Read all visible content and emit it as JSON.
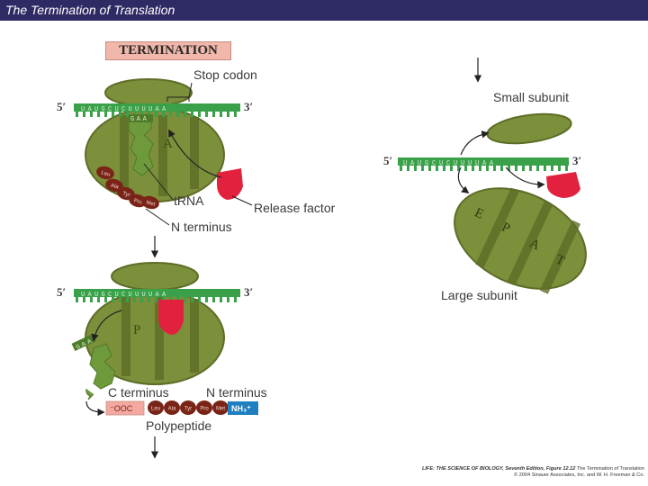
{
  "page_title": "The Termination of Translation",
  "stage_label": "TERMINATION",
  "labels": {
    "stop_codon": "Stop codon",
    "five_prime": "5′",
    "three_prime": "3′",
    "site_a": "A",
    "site_p": "P",
    "trna": "tRNA",
    "release_factor": "Release factor",
    "n_terminus": "N terminus",
    "c_terminus": "C terminus",
    "polypeptide": "Polypeptide",
    "cooh": "⁻OOC",
    "nh3": "NH₃⁺",
    "small_subunit": "Small subunit",
    "large_subunit": "Large subunit",
    "site_e_large": "E",
    "site_p_large": "P",
    "site_a_large": "A",
    "site_t_large": "T"
  },
  "mrna_top": "UAUGCUCUUUUAA",
  "codon_top_anticodon": "GAA",
  "mrna_middle": "UAUGCUCUUUUAA",
  "mrna_right": "UAUGCUCUUUUAA",
  "anticodon_middle": "GAA",
  "amino_acids_top": [
    "Leu",
    "Ala",
    "Tyr",
    "Pro",
    "Met"
  ],
  "amino_acids_bottom": [
    "Leu",
    "Ala",
    "Tyr",
    "Pro",
    "Met"
  ],
  "credit": {
    "book": "LIFE: THE SCIENCE OF BIOLOGY, Seventh Edition,",
    "figure": "Figure 12.12",
    "caption": "The Termination of Translation",
    "copyright": "© 2004 Sinauer Associates, Inc. and W. H. Freeman & Co."
  },
  "colors": {
    "title_bar": "#2e2a63",
    "ribosome": "#7c8f3a",
    "ribosome_dark": "#5d6d27",
    "mrna": "#3aa14a",
    "trna": "#6f9a3b",
    "release_factor": "#e2213f",
    "amino_acid": "#7a2418",
    "cooh_bg": "#f3a8a0",
    "nh3_bg": "#1f7fc0"
  }
}
